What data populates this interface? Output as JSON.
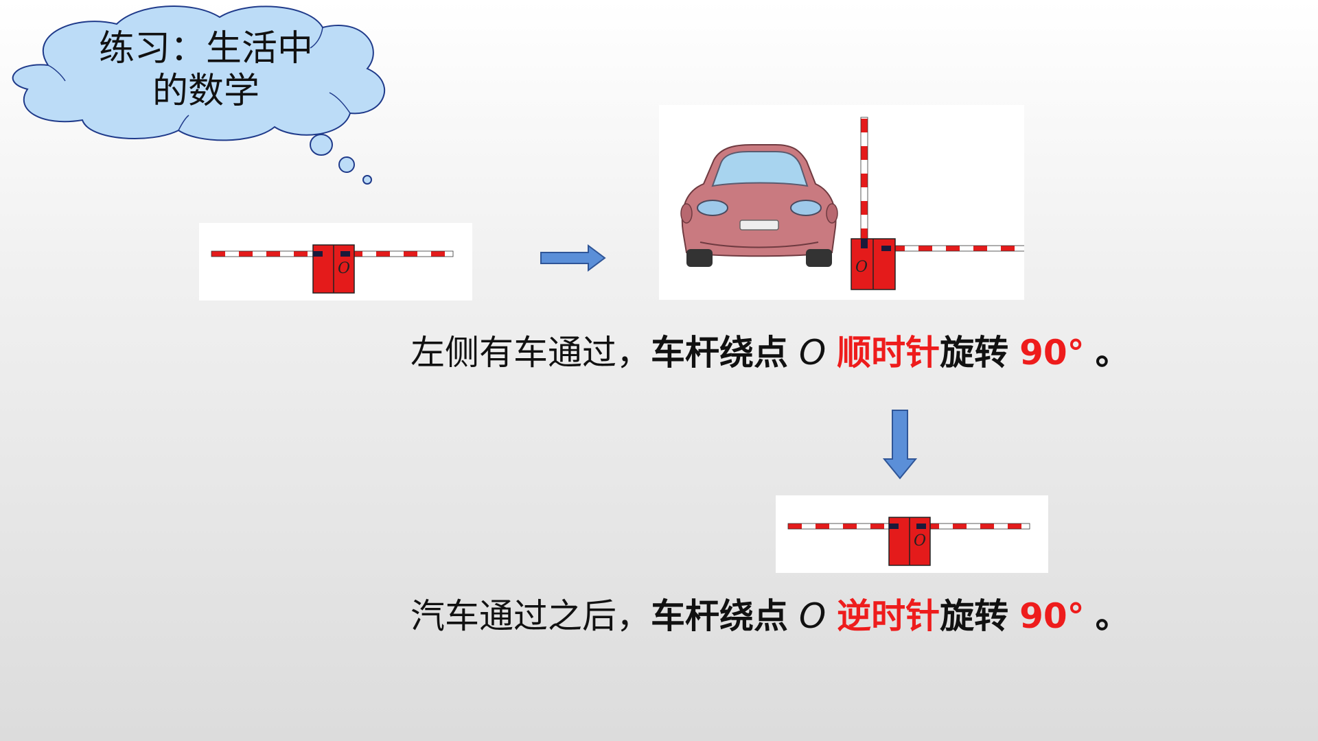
{
  "cloud": {
    "line1": "练习：生活中",
    "line2": "的数学"
  },
  "pivot_label": "O",
  "sentence1": {
    "lead": "左侧有车通过，",
    "bold1": "车杆绕点",
    "point": "O",
    "dir": "顺时针",
    "bold2": "旋转",
    "angle": "90°",
    "end": "。"
  },
  "sentence2": {
    "lead": "汽车通过之后，",
    "bold1": "车杆绕点",
    "point": "O",
    "dir": "逆时针",
    "bold2": "旋转",
    "angle": "90°",
    "end": "。"
  },
  "colors": {
    "barrier_red": "#e41b1b",
    "barrier_white": "#ffffff",
    "cloud_fill": "#bcdcf7",
    "arrow_fill": "#5b8fd8",
    "emphasis_red": "#ee1c1c",
    "car_body": "#c97a80"
  },
  "icons": [
    "thought-cloud",
    "barrier-gate",
    "car",
    "right-arrow",
    "down-arrow"
  ]
}
